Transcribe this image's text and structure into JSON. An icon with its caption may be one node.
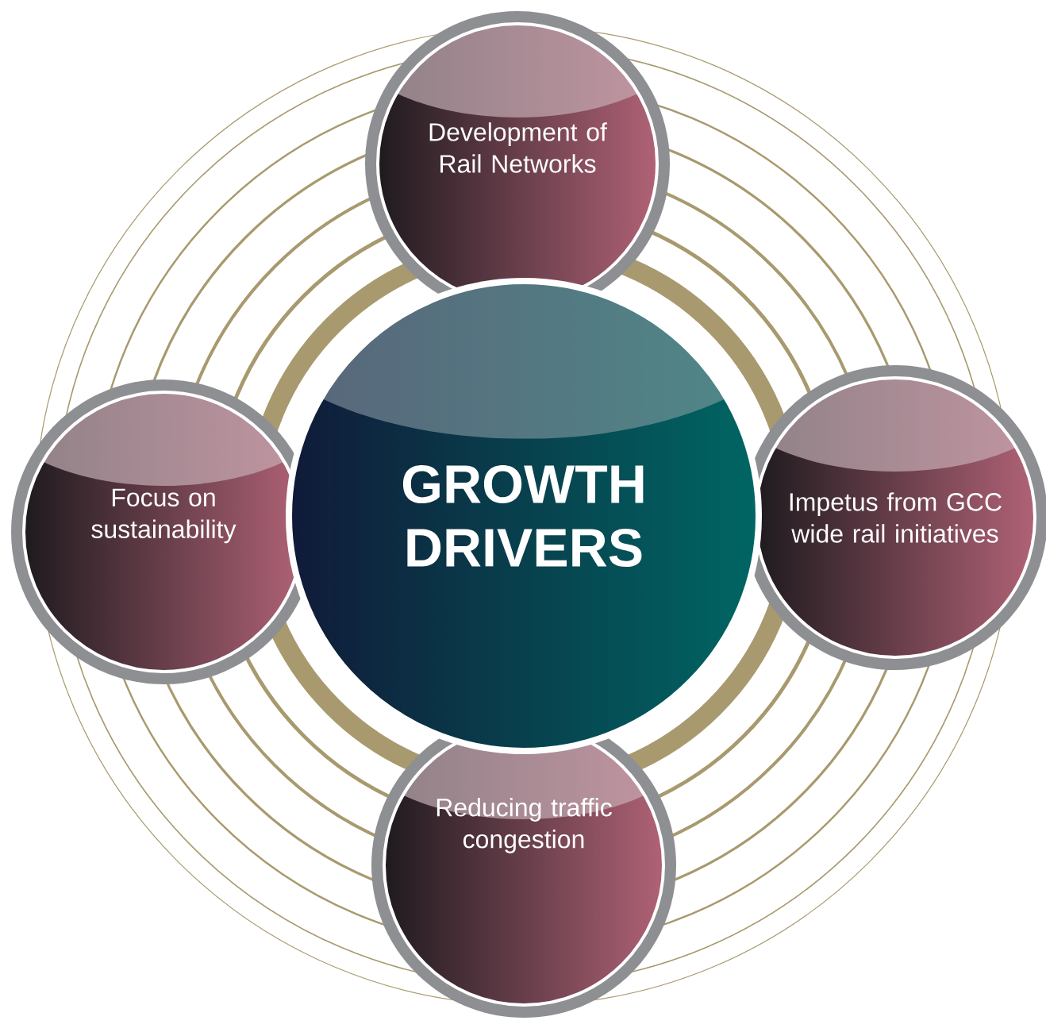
{
  "diagram": {
    "nodes": [
      {
        "text": [
          "GROWTH DRIVERS"
        ]
      },
      {
        "text": [
          "Development of Rail Networks"
        ]
      },
      {
        "text": [
          "Impetus from GCC wide rail initiatives"
        ]
      },
      {
        "text": [
          "Reducing traffic congestion"
        ]
      },
      {
        "text": [
          "Focus on sustainability"
        ]
      }
    ]
  }
}
